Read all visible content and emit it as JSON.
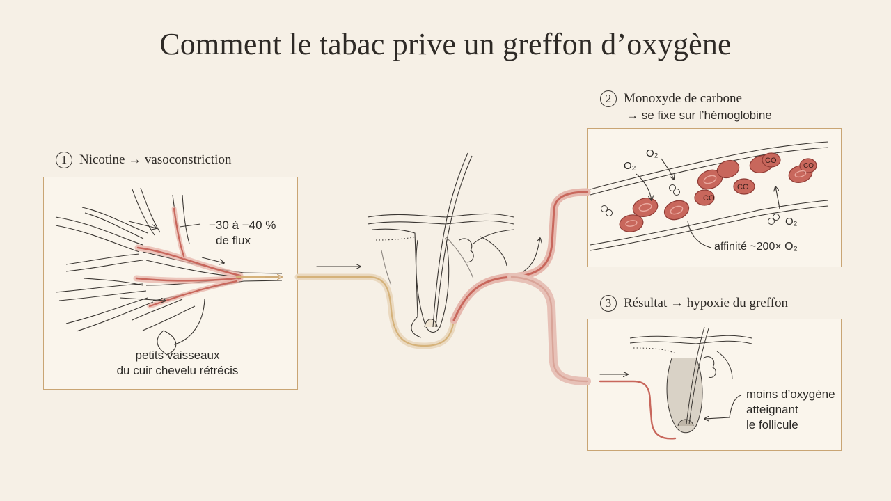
{
  "title": "Comment le tabac prive un greffon d’oxygène",
  "step1": {
    "number": "1",
    "label": "Nicotine → vasoconstriction",
    "flow_line1": "−30 à −40 %",
    "flow_line2": "de flux",
    "vessels_line1": "petits vaisseaux",
    "vessels_line2": "du cuir chevelu rétrécis"
  },
  "step2": {
    "number": "2",
    "label": "Monoxyde de carbone",
    "sublabel": "→ se fixe sur l’hémoglobine",
    "o2_label": "O₂",
    "co_label": "CO",
    "affinity": "affinité ~200× O₂"
  },
  "step3": {
    "number": "3",
    "label": "Résultat → hypoxie du greffon",
    "note_line1": "moins d’oxygène",
    "note_line2": "atteignant",
    "note_line3": "le follicule"
  },
  "colors": {
    "background": "#f6f0e6",
    "panel_border": "#c9a574",
    "vessel_red": "#c8675c",
    "flow_gold": "#d5b27a",
    "cell_red": "#b8554c"
  }
}
